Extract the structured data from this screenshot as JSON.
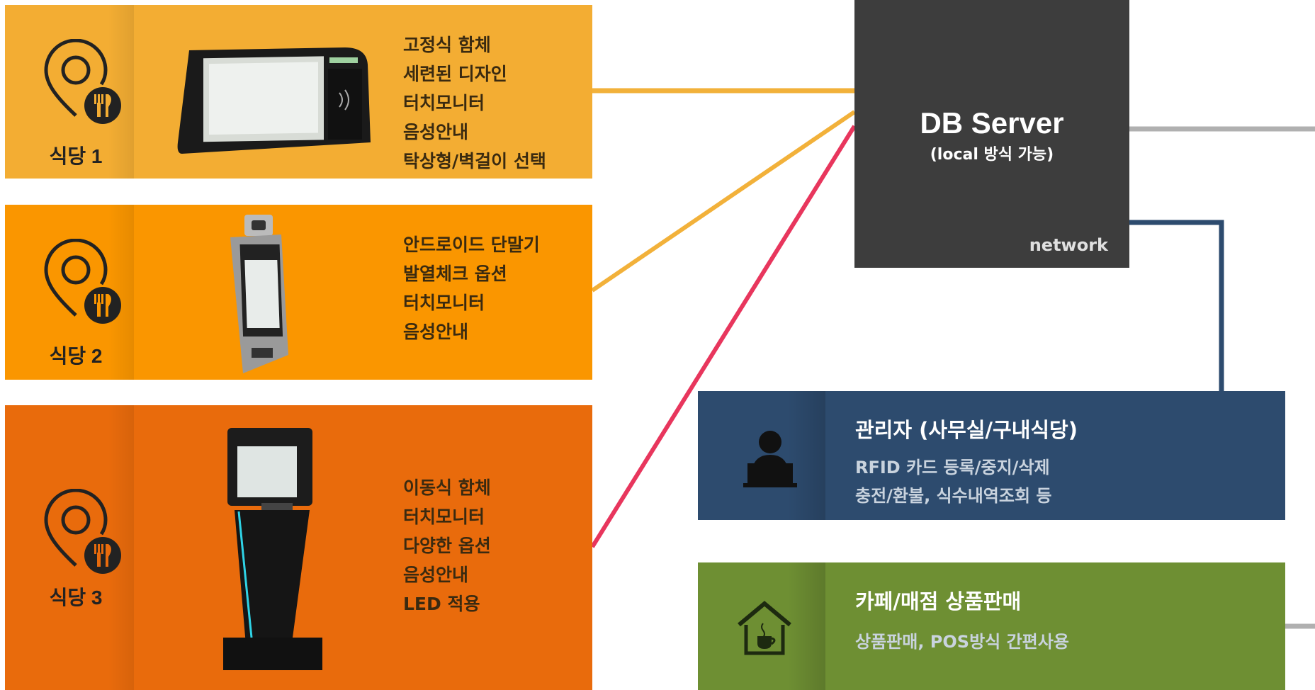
{
  "restaurants": [
    {
      "label": "식당 1",
      "features": [
        "고정식 함체",
        "세련된 디자인",
        "터치모니터",
        "음성안내",
        "탁상형/벽걸이 선택"
      ]
    },
    {
      "label": "식당 2",
      "features": [
        "안드로이드 단말기",
        "발열체크 옵션",
        "터치모니터",
        "음성안내"
      ]
    },
    {
      "label": "식당 3",
      "features": [
        "이동식 함체",
        "터치모니터",
        "다양한 옵션",
        "음성안내",
        "LED 적용"
      ]
    }
  ],
  "server": {
    "title": "DB Server",
    "subtitle": "(local 방식 가능)",
    "network_label": "network"
  },
  "admin": {
    "title": "관리자 (사무실/구내식당)",
    "lines": [
      "RFID 카드 등록/중지/삭제",
      "충전/환불, 식수내역조회 등"
    ]
  },
  "cafe": {
    "title": "카페/매점 상품판매",
    "lines": [
      "상품판매, POS방식 간편사용"
    ]
  },
  "icons": {
    "restaurant": "restaurant-pin-icon",
    "admin": "admin-person-laptop-icon",
    "cafe": "cafe-house-icon"
  },
  "colors": {
    "panel1": "#f3ad33",
    "panel2": "#fa9600",
    "panel3": "#e96b0c",
    "server": "#3d3d3d",
    "admin": "#2d4b6e",
    "cafe": "#6e8f33",
    "line_orange": "#f2b13a",
    "line_red": "#e8365d",
    "line_navy": "#2d4b6e",
    "line_gray": "#b0b0b0"
  }
}
